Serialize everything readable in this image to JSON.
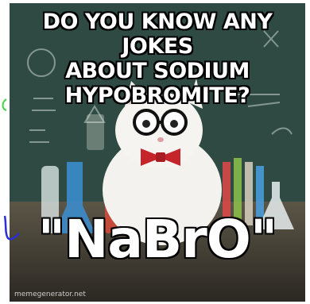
{
  "meme": {
    "top_text_line1": "DO YOU KNOW ANY JOKES",
    "top_text_line2": "ABOUT SODIUM",
    "top_text_line3": "HYPOBROMITE?",
    "bottom_text": "\"NaBrO\"",
    "watermark": "memegenerator.net"
  },
  "colors": {
    "chalkboard": "#2f4a43",
    "bow_tie": "#c4242a",
    "doodle_green": "#3fd44a",
    "doodle_blue": "#2a2fd6"
  }
}
